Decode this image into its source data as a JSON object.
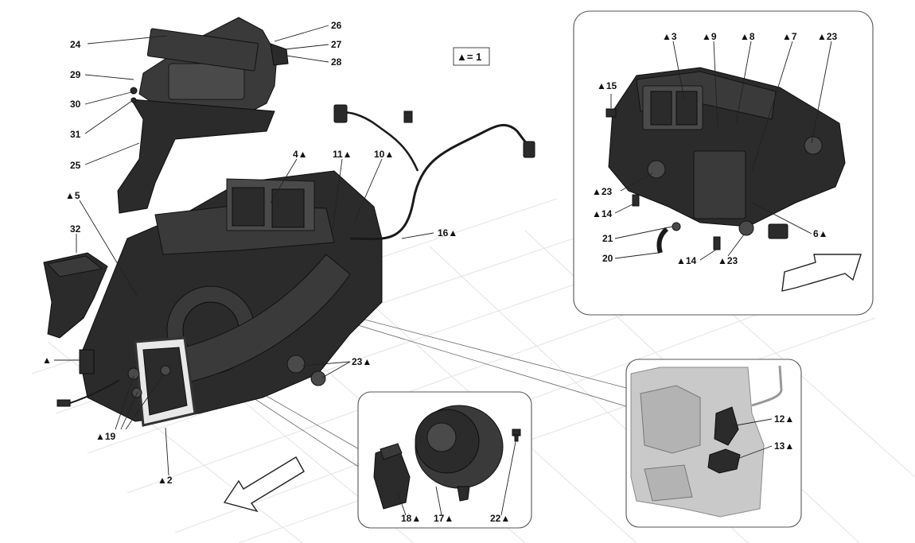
{
  "legend": {
    "text": "▲= 1"
  },
  "main_labels": {
    "l24": "24",
    "l29": "29",
    "l30": "30",
    "l31": "31",
    "l25": "25",
    "l26": "26",
    "l27": "27",
    "l28": "28",
    "l5": "▲5",
    "l32": "32",
    "l4": "4▲",
    "l11": "11▲",
    "l10": "10▲",
    "l16": "16▲",
    "l23": "23▲",
    "lblank": "▲",
    "l19": "▲19",
    "l2": "▲2"
  },
  "inset_top_labels": {
    "l3": "▲3",
    "l9": "▲9",
    "l8": "▲8",
    "l7": "▲7",
    "l23a": "▲23",
    "l15": "▲15",
    "l23b": "▲23",
    "l14a": "▲14",
    "l21": "21",
    "l20": "20",
    "l14b": "▲14",
    "l23c": "▲23",
    "l6": "6▲"
  },
  "inset_bottom_labels": {
    "l18": "18▲",
    "l17": "17▲",
    "l22": "22▲"
  },
  "inset_right_labels": {
    "l12": "12▲",
    "l13": "13▲"
  },
  "colors": {
    "part": "#2b2b2b",
    "ghost": "#c9c9c9",
    "line": "#222222"
  }
}
